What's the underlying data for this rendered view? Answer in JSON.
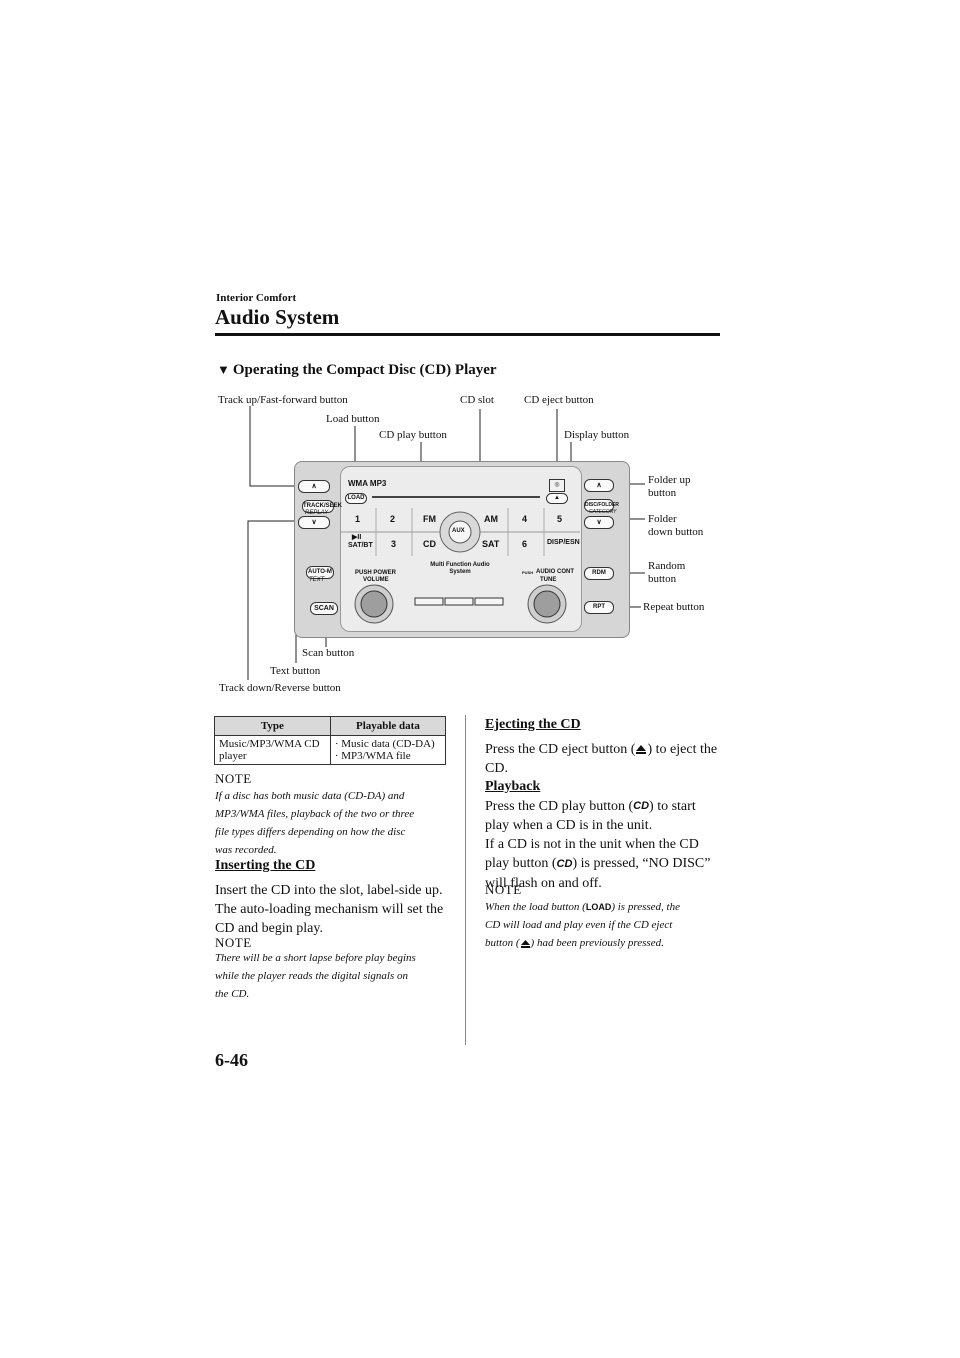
{
  "header": {
    "section": "Interior Comfort",
    "title": "Audio System"
  },
  "heading": {
    "marker": "▼",
    "text": "Operating the Compact Disc (CD) Player"
  },
  "callouts": {
    "track_up": "Track up/Fast-forward button",
    "load": "Load button",
    "cd_play": "CD play button",
    "cd_slot": "CD slot",
    "cd_eject": "CD eject button",
    "display": "Display button",
    "folder_up": [
      "Folder up",
      "button"
    ],
    "folder_down": [
      "Folder",
      "down button"
    ],
    "random": [
      "Random",
      "button"
    ],
    "repeat": "Repeat button",
    "scan": "Scan button",
    "text": "Text button",
    "track_down": "Track down/Reverse button"
  },
  "radio": {
    "brand_label": "WMA MP3",
    "load_label": "LOAD",
    "eject_symbol": "▲",
    "track_seek": "TRACK/SEEK",
    "replay": "REPLAY",
    "disc_folder": "DISC/FOLDER",
    "category": "CATEGORY",
    "auto_m": "AUTO-M",
    "text_small": "TEXT",
    "scan": "SCAN",
    "rdm": "RDM",
    "rpt": "RPT",
    "presets": [
      "1",
      "2",
      "FM",
      "AM",
      "4",
      "5"
    ],
    "presets2": [
      "3",
      "CD",
      "SAT",
      "6"
    ],
    "play_pause": "▶II",
    "sat_bt": "SAT/BT",
    "disp_esn": "DISP/ESN",
    "aux": "AUX",
    "system_label": [
      "Multi Function Audio",
      "System"
    ],
    "push_power": "PUSH POWER",
    "volume": "VOLUME",
    "push": "PUSH",
    "audio_cont": "AUDIO CONT",
    "tune": "TUNE"
  },
  "table": {
    "headers": [
      "Type",
      "Playable data"
    ],
    "row": {
      "type": [
        "Music/MP3/WMA CD",
        "player"
      ],
      "data": [
        "· Music data (CD-DA)",
        "· MP3/WMA file"
      ]
    }
  },
  "left_col": {
    "note1_label": "NOTE",
    "note1_lines": [
      "If a disc has both music data (CD-DA) and",
      "MP3/WMA files, playback of the two or three",
      "file types differs depending on how the disc",
      "was recorded."
    ],
    "insert_heading": "Inserting the CD",
    "insert_lines": [
      "Insert the CD into the slot, label-side up.",
      "The auto-loading mechanism will set the",
      "CD and begin play."
    ],
    "note2_label": "NOTE",
    "note2_lines": [
      "There will be a short lapse before play begins",
      "while the player reads the digital signals on",
      "the CD."
    ]
  },
  "right_col": {
    "eject_heading": "Ejecting the CD",
    "eject_a": "Press the CD eject button (",
    "eject_b": ") to eject the",
    "eject_c": "CD.",
    "play_heading": "Playback",
    "play_a": "Press the CD play button (",
    "play_b": ") to start",
    "play_c": "play when a CD is in the unit.",
    "play_d": "If a CD is not in the unit when the CD",
    "play_e": "play button (",
    "play_f": ") is pressed, “NO DISC”",
    "play_g": "will flash on and off.",
    "note_label": "NOTE",
    "note_a": "When the load button (",
    "note_b": ") is pressed, the",
    "note_c": "CD will load and play even if the CD eject",
    "note_d": "button (",
    "note_e": ") had been previously pressed.",
    "icon_cd": "CD",
    "icon_load": "LOAD"
  },
  "page_number": "6-46"
}
